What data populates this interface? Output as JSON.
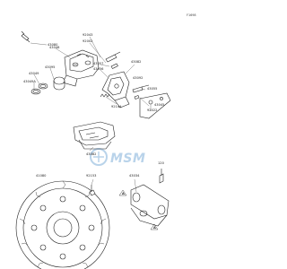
{
  "diagram": {
    "page_code": "F1698",
    "labels": {
      "l43080": "43080",
      "l92043": "92043",
      "l92002": "92002",
      "l43048": "43048",
      "l43057": "43057",
      "l43056": "43056",
      "l43095": "43095",
      "l43049": "43049",
      "l43049a": "43049A",
      "l92144": "92144",
      "l43082": "43082",
      "l92022": "92022",
      "l43045": "43045",
      "l43055": "43055",
      "l43082b": "43082",
      "l43092": "43092",
      "l41080": "41080",
      "l92153": "92153",
      "l120": "120",
      "l43034": "43034"
    },
    "ref_letter": "A",
    "watermark_text": "MSM"
  },
  "colors": {
    "line": "#222222",
    "watermark": "#b9d3ea"
  }
}
